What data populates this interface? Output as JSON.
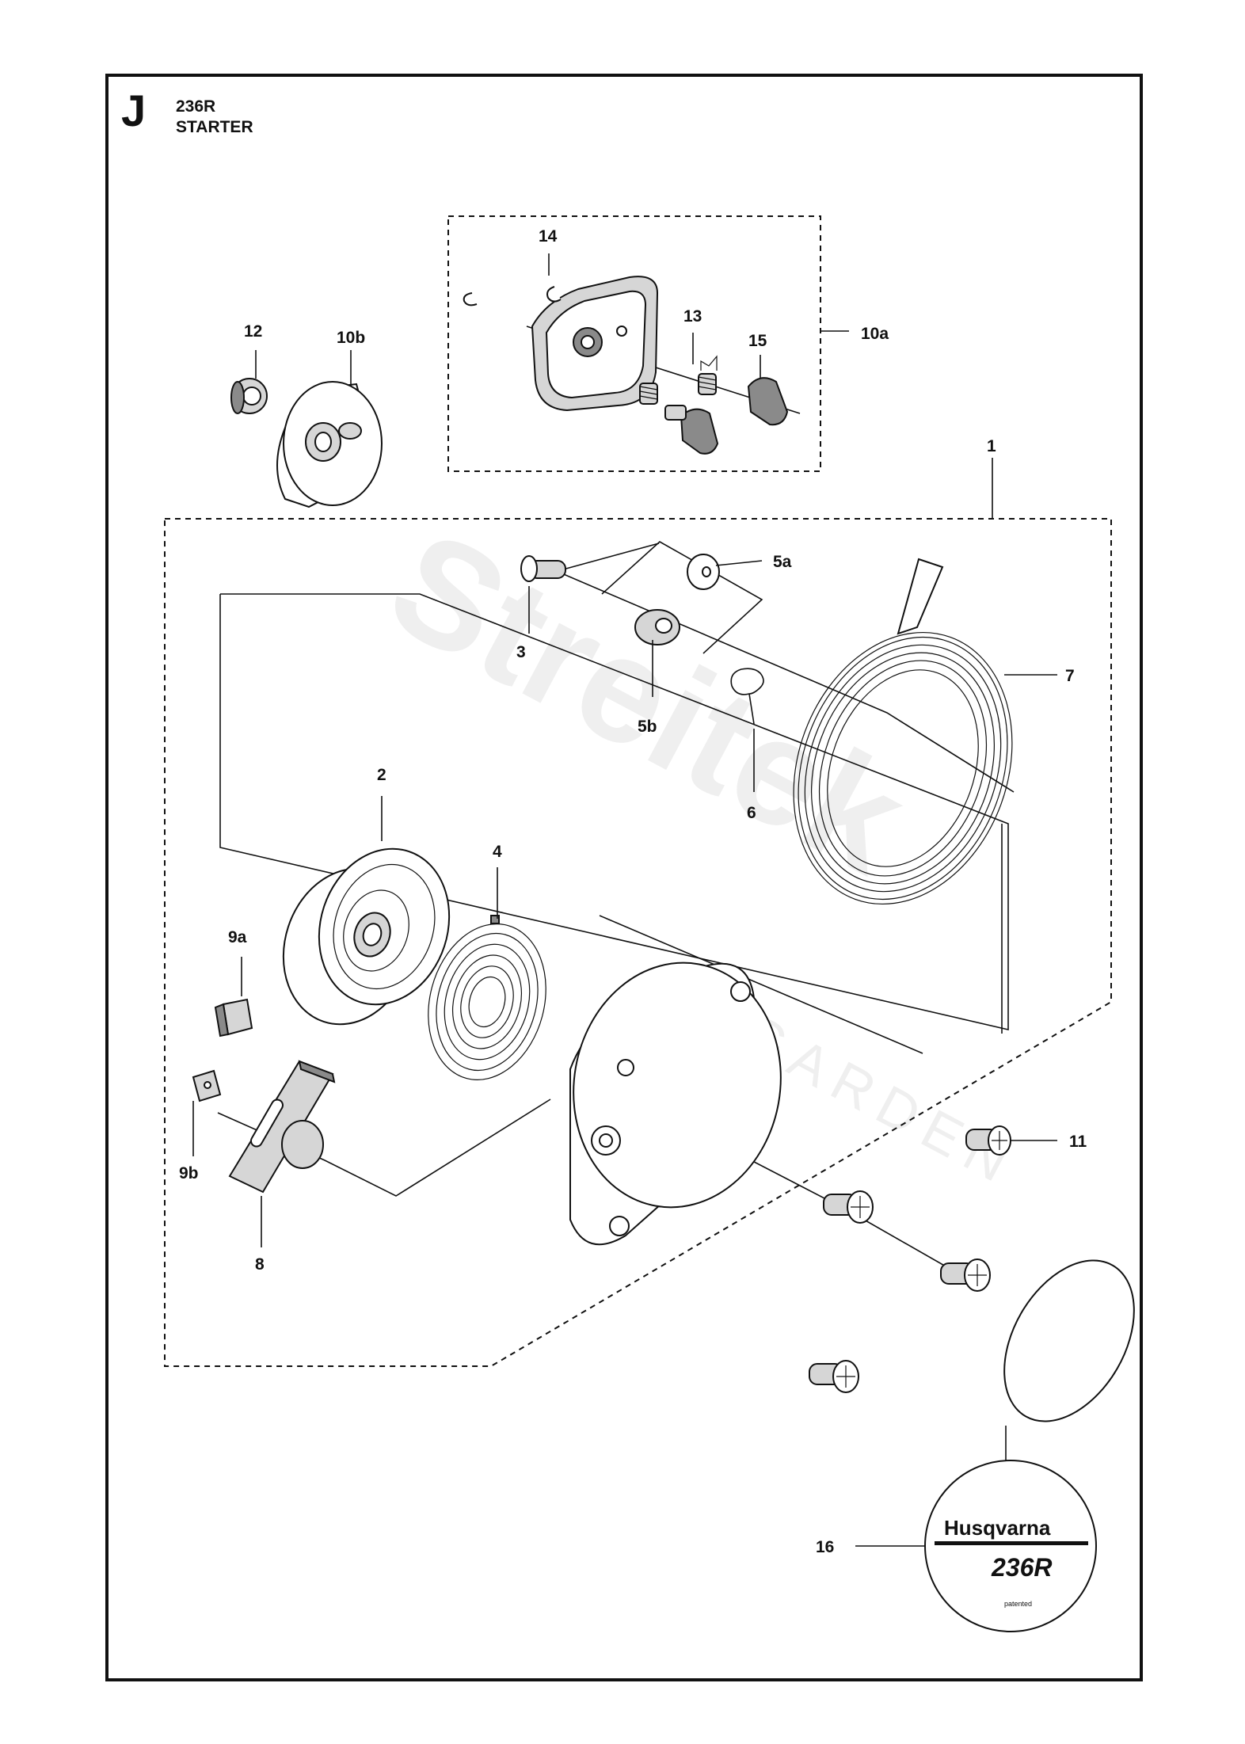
{
  "header": {
    "section_letter": "J",
    "model": "236R",
    "title": "STARTER"
  },
  "callouts": [
    "1",
    "2",
    "3",
    "4",
    "5a",
    "5b",
    "6",
    "7",
    "8",
    "9a",
    "9b",
    "10a",
    "10b",
    "11",
    "12",
    "13",
    "14",
    "15",
    "16"
  ],
  "decal": {
    "brand": "Husqvarna",
    "model": "236R",
    "note": "patented"
  },
  "watermark": {
    "brand": "Streitek",
    "sub": "GARDEN"
  },
  "colors": {
    "line": "#111111",
    "part_fill": "#d6d6d6",
    "dark_fill": "#8a8a8a",
    "watermark": "#ececec"
  }
}
